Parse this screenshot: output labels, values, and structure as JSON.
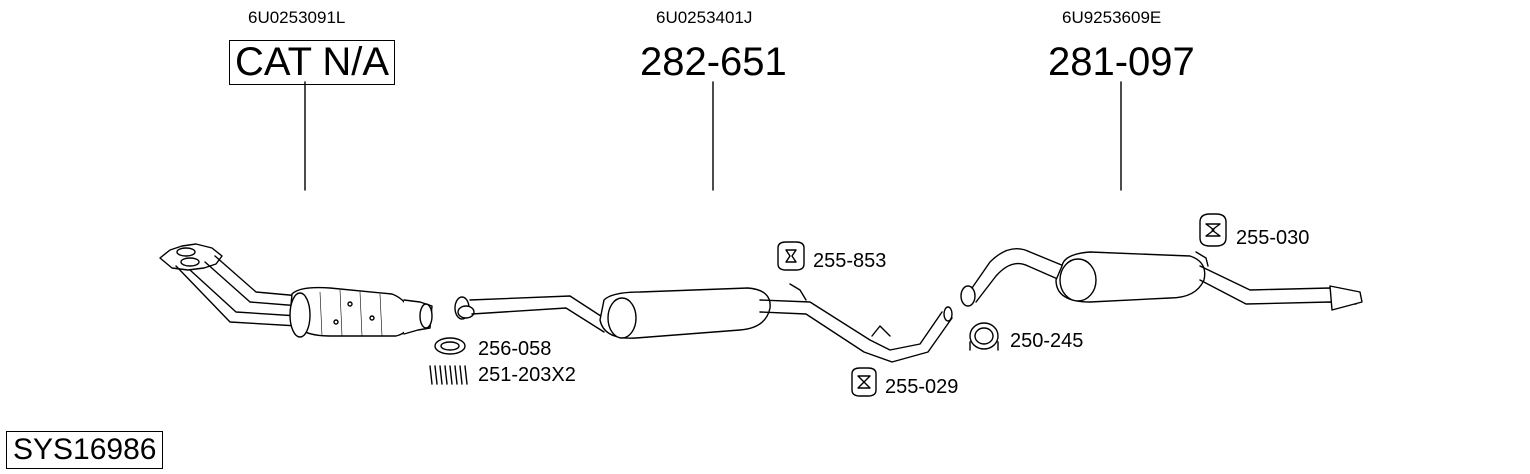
{
  "main_parts": [
    {
      "oe": "6U0253091L",
      "code": "CAT N/A"
    },
    {
      "oe": "6U0253401J",
      "code": "282-651"
    },
    {
      "oe": "6U9253609E",
      "code": "281-097"
    }
  ],
  "accessories": [
    "256-058",
    "251-203X2",
    "255-853",
    "255-029",
    "250-245",
    "255-030"
  ],
  "system_id": "SYS16986"
}
